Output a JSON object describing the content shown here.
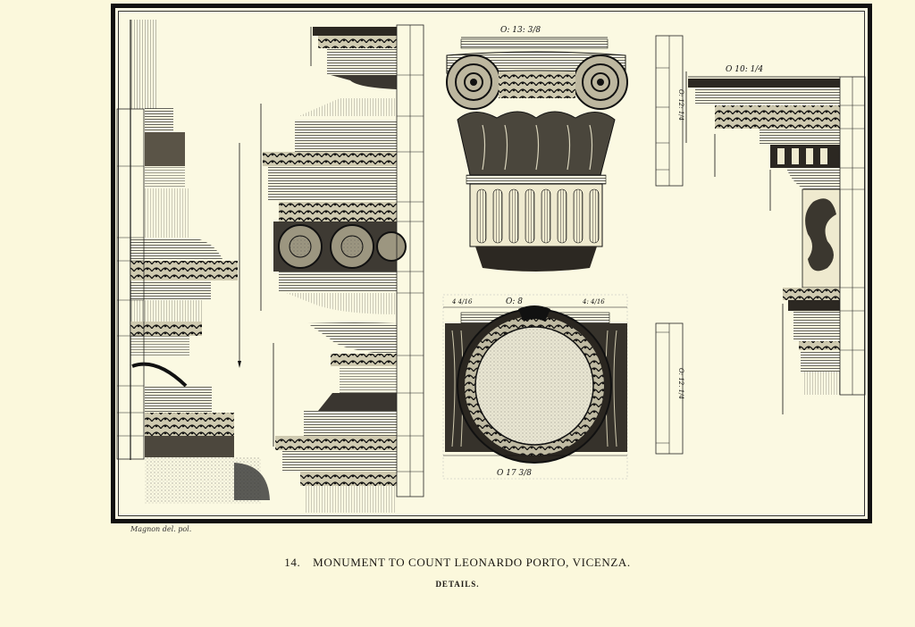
{
  "plate": {
    "number": "14.",
    "title": "MONUMENT TO COUNT LEONARDO PORTO, VICENZA.",
    "subtitle": "DETAILS.",
    "credit": "Magnon del. pol."
  },
  "dimensions": {
    "capital_width": "O: 13: 3/8",
    "cornice_width": "O 10: 1/4",
    "medallion_width": "O 17 3/8",
    "medallion_top": [
      "4 4/16",
      "O: 8",
      "4: 4/16"
    ],
    "capital_height": "O: 12: 1/4",
    "medallion_height": "O: 12. 1/4"
  },
  "colors": {
    "paper": "#fbf8dc",
    "ink": "#1a1712"
  }
}
